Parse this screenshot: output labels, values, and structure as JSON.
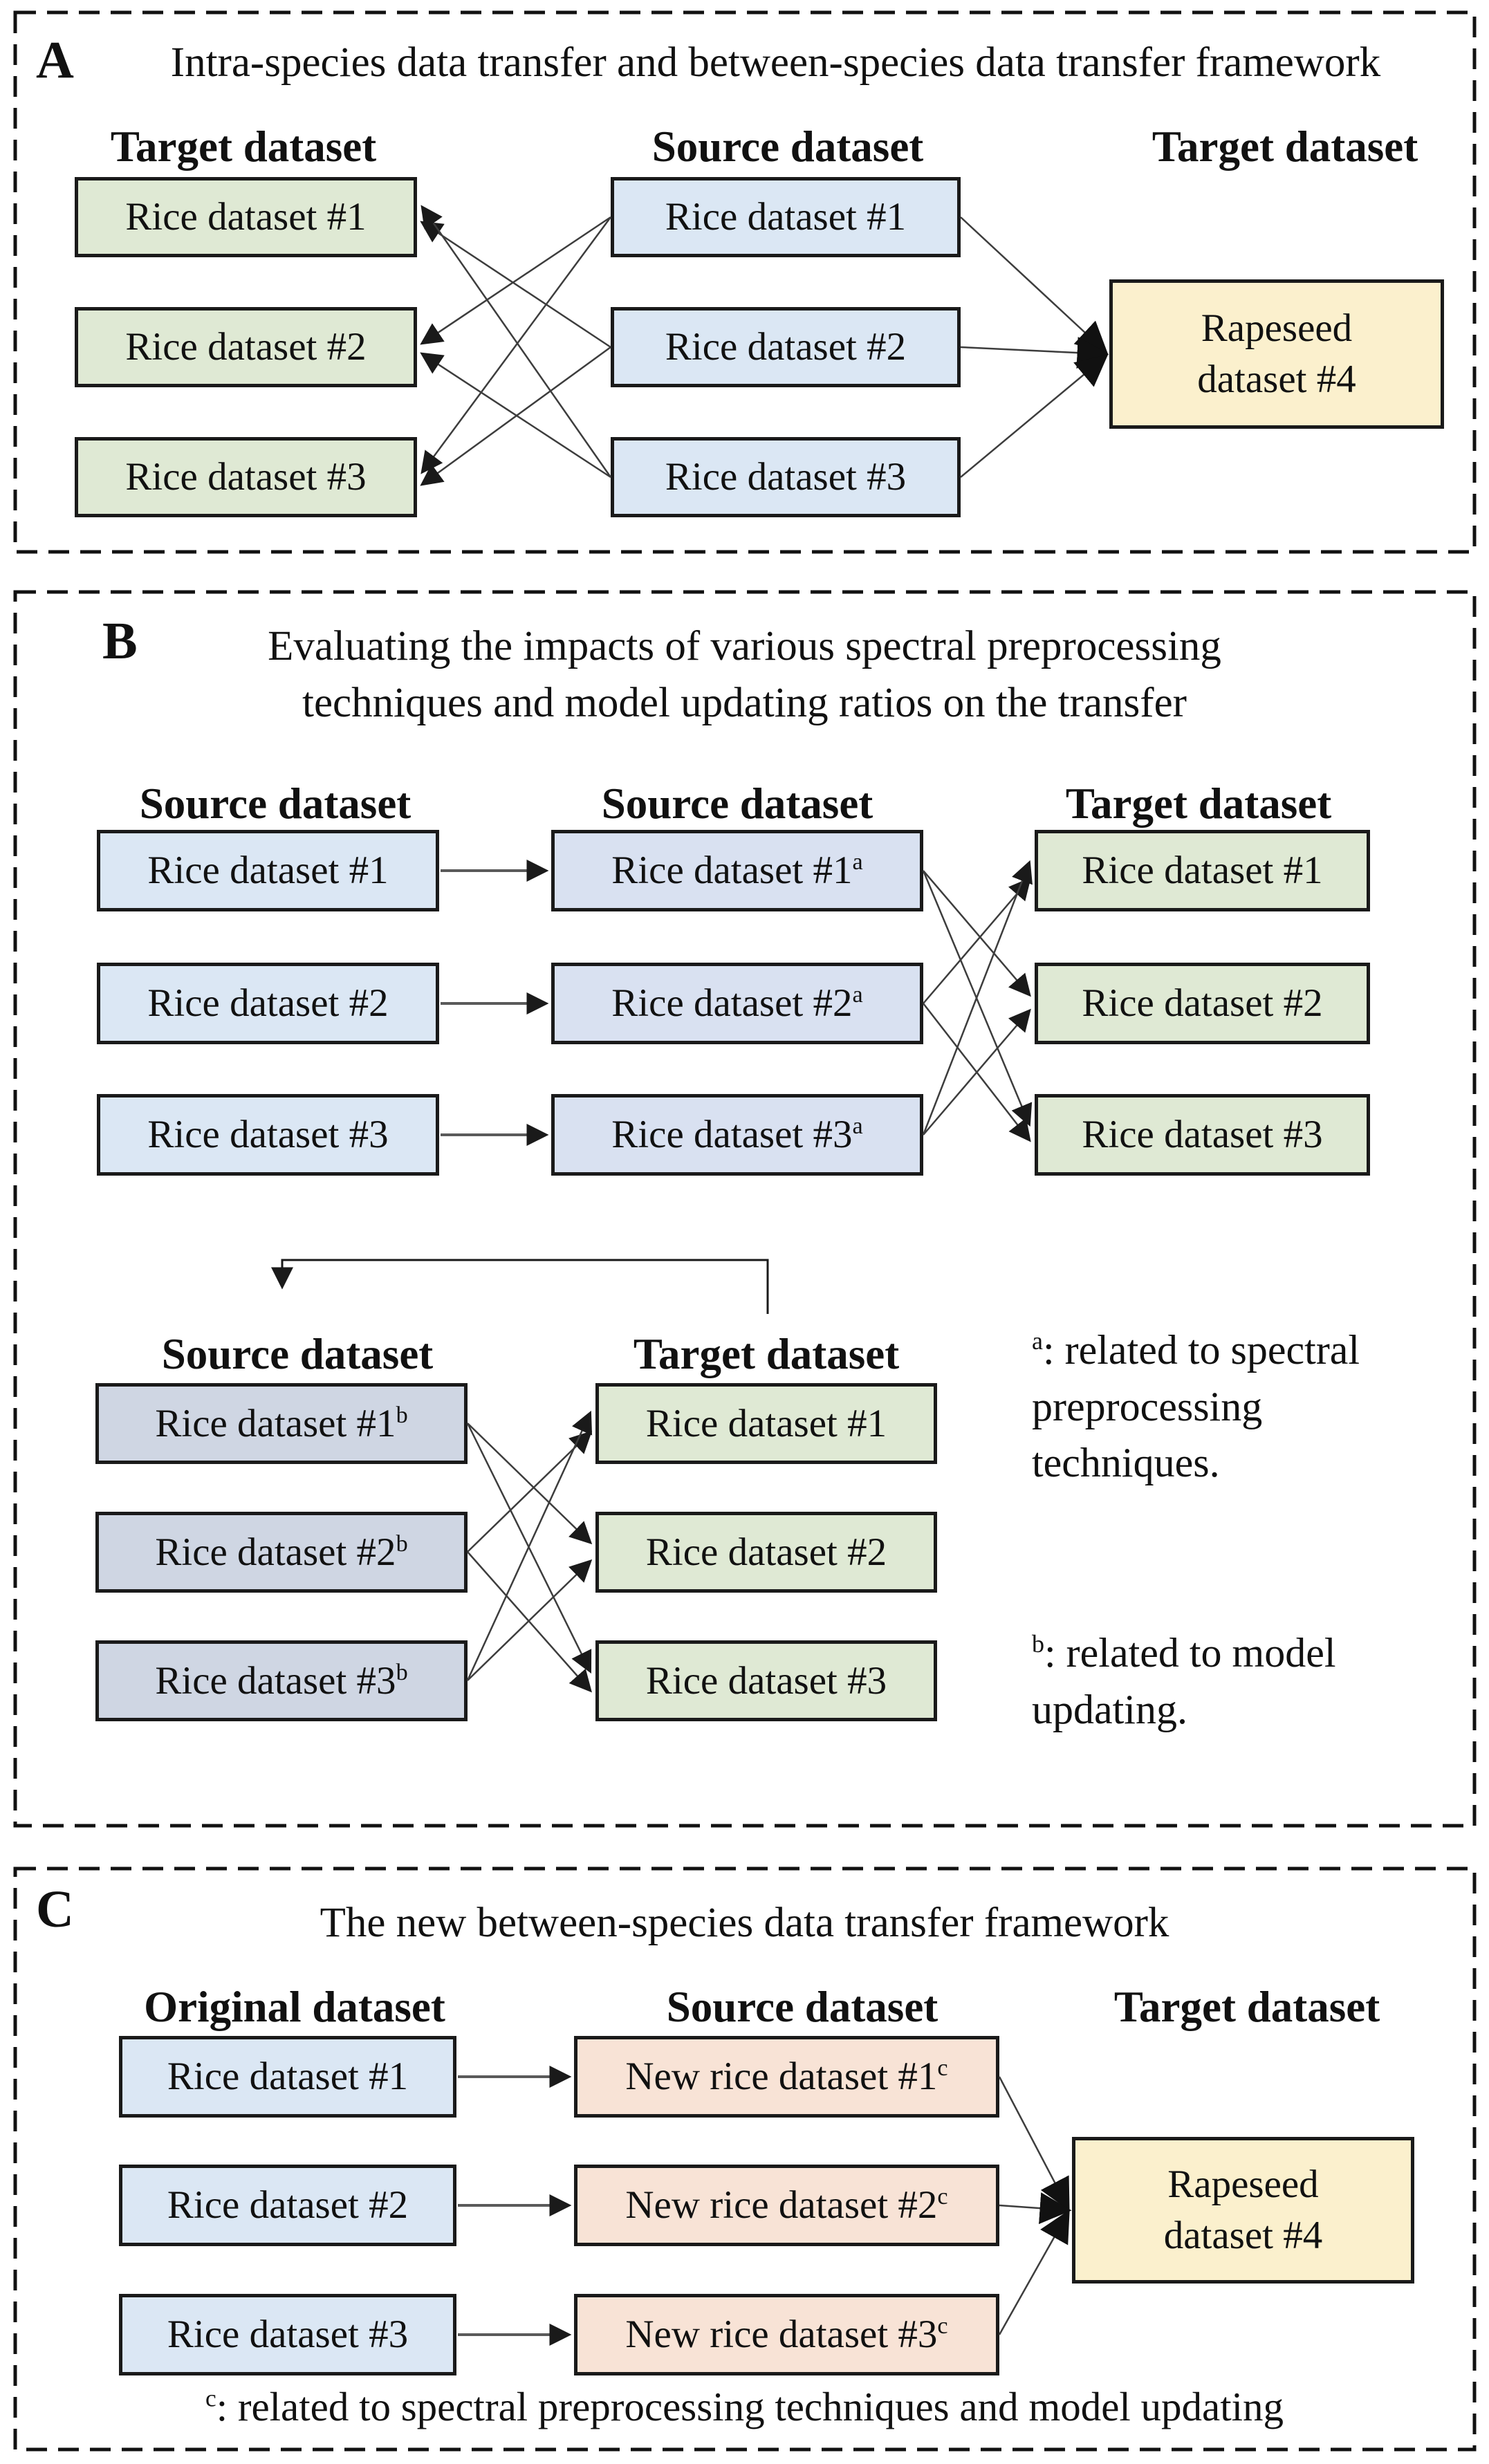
{
  "colors": {
    "green_box": "#dfe9d4",
    "blue_box": "#dbe7f4",
    "lavender_box": "#d9e1f1",
    "gray_box": "#cfd6e3",
    "salmon_box": "#f8e3d6",
    "yellow_box": "#fbf0cd",
    "border": "#1a1a1a",
    "line": "#3d3d3d"
  },
  "panel_a": {
    "letter": "A",
    "title": "Intra-species data transfer and between-species data transfer framework",
    "col1_header": "Target dataset",
    "col2_header": "Source dataset",
    "col3_header": "Target dataset",
    "targets": [
      "Rice dataset #1",
      "Rice dataset #2",
      "Rice dataset #3"
    ],
    "sources": [
      "Rice dataset #1",
      "Rice dataset #2",
      "Rice dataset #3"
    ],
    "rapeseed_line1": "Rapeseed",
    "rapeseed_line2": "dataset #4"
  },
  "panel_b": {
    "letter": "B",
    "title_line1": "Evaluating the impacts of various spectral preprocessing",
    "title_line2": "techniques and model updating ratios on the transfer",
    "top": {
      "col1_header": "Source dataset",
      "col2_header": "Source dataset",
      "col3_header": "Target dataset",
      "col1": [
        "Rice dataset #1",
        "Rice dataset #2",
        "Rice dataset #3"
      ],
      "col2": [
        {
          "label": "Rice dataset #1",
          "sup": "a"
        },
        {
          "label": "Rice dataset #2",
          "sup": "a"
        },
        {
          "label": "Rice dataset #3",
          "sup": "a"
        }
      ],
      "col3": [
        "Rice dataset #1",
        "Rice dataset #2",
        "Rice dataset #3"
      ]
    },
    "bottom": {
      "col1_header": "Source dataset",
      "col2_header": "Target dataset",
      "col1": [
        {
          "label": "Rice dataset #1",
          "sup": "b"
        },
        {
          "label": "Rice dataset #2",
          "sup": "b"
        },
        {
          "label": "Rice dataset #3",
          "sup": "b"
        }
      ],
      "col2": [
        "Rice dataset #1",
        "Rice dataset #2",
        "Rice dataset #3"
      ]
    },
    "note_a_sup": "a",
    "note_a_text": ": related to spectral preprocessing techniques.",
    "note_b_sup": "b",
    "note_b_text": ": related to model updating."
  },
  "panel_c": {
    "letter": "C",
    "title": "The new between-species data transfer framework",
    "col1_header": "Original dataset",
    "col2_header": "Source dataset",
    "col3_header": "Target dataset",
    "originals": [
      "Rice dataset #1",
      "Rice dataset #2",
      "Rice dataset #3"
    ],
    "sources": [
      {
        "label": "New rice dataset #1",
        "sup": "c"
      },
      {
        "label": "New rice dataset #2",
        "sup": "c"
      },
      {
        "label": "New rice dataset #3",
        "sup": "c"
      }
    ],
    "rapeseed_line1": "Rapeseed",
    "rapeseed_line2": "dataset #4",
    "footnote_sup": "c",
    "footnote_text": ": related to spectral preprocessing techniques and model updating"
  }
}
